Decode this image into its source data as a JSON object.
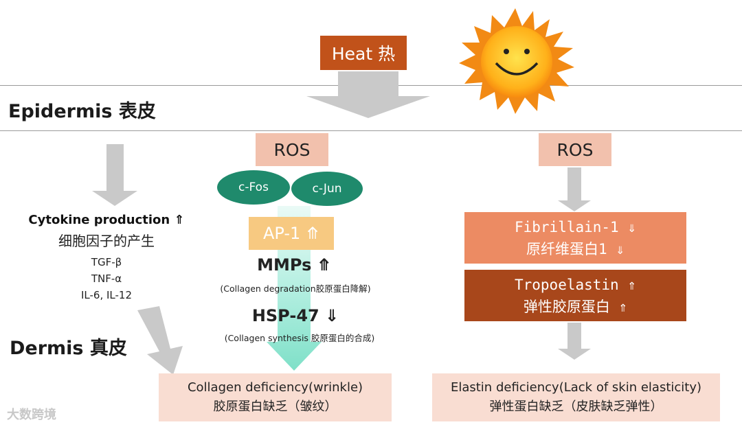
{
  "heat": "Heat 热",
  "layers": {
    "epidermis": "Epidermis 表皮",
    "dermis": "Dermis 真皮"
  },
  "left_pathway": {
    "title": "Cytokine production ⇑",
    "title_cn": "细胞因子的产生",
    "items": [
      "TGF-β",
      "TNF-α",
      "IL-6, IL-12"
    ]
  },
  "center_pathway": {
    "ros": "ROS",
    "cfos": "c-Fos",
    "cjun": "c-Jun",
    "ap1": "AP-1 ⤊",
    "mmps": "MMPs ⤊",
    "mmps_note": "(Collagen degradation胶原蛋白降解)",
    "hsp": "HSP-47 ⇓",
    "hsp_note": "(Collagen synthesis 胶原蛋白的合成)"
  },
  "right_pathway": {
    "ros": "ROS",
    "fibrillain": "Fibrillain-1 ⇓",
    "fibrillain_cn": "原纤维蛋白1 ⇓",
    "tropoelastin": "Tropoelastin ⇑",
    "tropoelastin_cn": "弹性胶原蛋白 ⇑"
  },
  "results": {
    "collagen": "Collagen deficiency(wrinkle)",
    "collagen_cn": "胶原蛋白缺乏（皱纹）",
    "elastin": "Elastin deficiency(Lack of skin elasticity)",
    "elastin_cn": "弹性蛋白缺乏（皮肤缺乏弹性）"
  },
  "watermark": "大数跨境",
  "colors": {
    "heat_box": "#c1521a",
    "ros_box": "#f2c1ad",
    "transcription_factor": "#1f8a6c",
    "ap1_box": "#f7c981",
    "fibrillain_box": "#ec8b63",
    "tropoelastin_box": "#a8471b",
    "result_box": "#f9ddd2",
    "arrow_gray": "#c9c9c9",
    "arrow_teal": "#8ee3cf"
  }
}
